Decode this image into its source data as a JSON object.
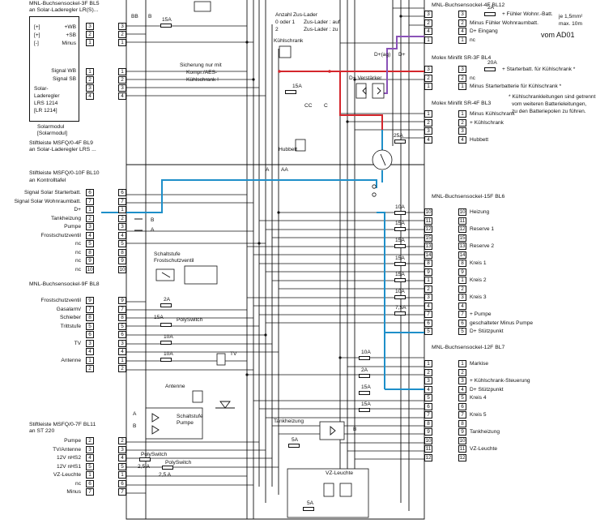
{
  "colors": {
    "ink": "#111111",
    "blue": "#1e8fc9",
    "red": "#d4262c",
    "purple": "#8a52b8",
    "background": "#ffffff"
  },
  "left": {
    "solar": {
      "header_1": "MNL-Buchsensockel-3F BL5",
      "header_2": "an Solar-Laderegler LR(S)...",
      "pins": [
        {
          "l": "[+]",
          "l2": "+WB",
          "n": "3",
          "m": "3"
        },
        {
          "l": "[+]",
          "l2": "+SB",
          "n": "2",
          "m": "2"
        },
        {
          "l": "[-]",
          "l2": "Minus",
          "n": "1",
          "m": "1"
        }
      ],
      "signal_labels": [
        "Signal WB",
        "Signal SB",
        "",
        ""
      ],
      "signal_pins": [
        "1",
        "2",
        "3",
        "4"
      ],
      "device_lines": [
        "Solar-",
        "Laderegler",
        "LRS 1214",
        "[LR 1214]"
      ],
      "module_lines": [
        "Solarmodul",
        "[Solarmodul]"
      ],
      "footer_1": "Stiftleiste MSFQ/0-4F BL9",
      "footer_2": "an Solar-Laderegler LRS ..."
    },
    "control": {
      "header_1": "Stiftleiste MSFQ/0-10F BL10",
      "header_2": "an Kontrolltafel",
      "rows": [
        {
          "l": "Signal Solar Starterbatt.",
          "n": "6"
        },
        {
          "l": "Signal Solar Wohnraumbatt.",
          "n": "7"
        },
        {
          "l": "D+",
          "n": "1"
        },
        {
          "l": "Tankheizung",
          "n": "2"
        },
        {
          "l": "Pumpe",
          "n": "3"
        },
        {
          "l": "Frostschutzventil",
          "n": "4"
        },
        {
          "l": "nc",
          "n": "5"
        },
        {
          "l": "nc",
          "n": "8"
        },
        {
          "l": "nc",
          "n": "9"
        },
        {
          "l": "nc",
          "n": "10"
        }
      ],
      "arrow_b": "B",
      "arrow_a": "A"
    },
    "mnl9": {
      "header": "MNL-Buchsensockel-9F BL8",
      "rows": [
        {
          "l": "Frostschutzventil",
          "n": "9"
        },
        {
          "l": "Gasalarm/",
          "n": "7"
        },
        {
          "l": "Schieber",
          "n": "8"
        },
        {
          "l": "Trittstufe",
          "n": "5"
        },
        {
          "l": "",
          "n": "6"
        },
        {
          "l": "TV",
          "n": "3"
        },
        {
          "l": "",
          "n": "4"
        },
        {
          "l": "Antenne",
          "n": "1"
        },
        {
          "l": "",
          "n": "2"
        }
      ]
    },
    "st220": {
      "header_1": "Stiftleiste MSFQ/0-7F BL11",
      "header_2": "an ST 220",
      "rows": [
        {
          "l": "Pumpe",
          "n": "2"
        },
        {
          "l": "TV/Antenne",
          "n": "3"
        },
        {
          "l": "12V nHS2",
          "n": "4"
        },
        {
          "l": "12V nHS1",
          "n": "5"
        },
        {
          "l": "VZ-Leuchte",
          "n": "1"
        },
        {
          "l": "nc",
          "n": "6"
        },
        {
          "l": "Minus",
          "n": "7"
        }
      ]
    }
  },
  "center": {
    "top_bb": "BB",
    "top_b": "B",
    "fuse_15a": "15A",
    "anzahl": {
      "title": "Anzahl Zus-Lader",
      "line1": "0 oder 1",
      "line1b": "Zus-Lader : auf",
      "line2": "2",
      "line2b": "Zus-Lader : zu"
    },
    "kuehlschrank": "Kühlschrank",
    "sicherung_lines": [
      "Sicherung nur mit",
      "Kompr./AES-",
      "Kühlschrank !"
    ],
    "fuse_relay": "15A",
    "cc": "CC",
    "c": "C",
    "dplus_ag": "D+(ag)",
    "dplus": "D+",
    "dplus_verstaerker": "D+ Verstärker",
    "hubbett": "Hubbett",
    "relay_a": "A",
    "relay_aa": "AA",
    "schaltstufe_frost": [
      "Schaltstufe",
      "Frostschutzventil"
    ],
    "fuse_2a": "2A",
    "fuse_15a_poly": "15A",
    "polyswitch": "PolySwitch",
    "fuse_10a_1": "10A",
    "fuse_10a_2": "10A",
    "tv": "TV",
    "antenne": "Antenne",
    "schaltstufe_pumpe": [
      "Schaltstufe",
      "Pumpe"
    ],
    "label_a": "A",
    "label_b": "B",
    "tankheizung": "Tankheizung",
    "fuse_5a": "5A",
    "label_b2": "B",
    "polyswitch_2": "PolySwitch",
    "polyswitch_3": "PolySwitch",
    "fuse_25a_1": "2,5 A",
    "fuse_25a_2": "2,5 A",
    "vz_leuchte": "VZ-Leuchte",
    "fuse_5a_2": "5A",
    "fuse_25a": "25A",
    "right_fuses": [
      "10A",
      "15A",
      "15A",
      "15A",
      "15A",
      "10A",
      "7,5A"
    ],
    "lower_fuses": [
      "10A",
      "2A",
      "15A",
      "15A"
    ]
  },
  "right": {
    "bl12": {
      "header": "MNL-Buchsensockel-4F BL12",
      "rows": [
        {
          "n": "3",
          "m": "3",
          "fuse": "2A",
          "l": "+ Fühler Wohnr.-Batt."
        },
        {
          "n": "2",
          "m": "2",
          "l": "Minus Fühler Wohnraumbatt."
        },
        {
          "n": "4",
          "m": "4",
          "l": "D+ Eingang"
        },
        {
          "n": "1",
          "m": "1",
          "l": "nc"
        }
      ],
      "note_1": "je 1,5mm²",
      "note_2": "max. 10m",
      "vom": "vom AD01"
    },
    "bl4": {
      "header": "Molex Minifit SR-3F BL4",
      "rows": [
        {
          "n": "3",
          "m": "3",
          "fuse": "20A",
          "l": "+ Starterbatt. für Kühlschrank *"
        },
        {
          "n": "2",
          "m": "2",
          "l": "nc"
        },
        {
          "n": "1",
          "m": "1",
          "l": "Minus Starterbatterie für Kühlschrank *"
        }
      ],
      "footnote": [
        "* Kühlschrankleitungen sind getrennt",
        "vom weiteren Batterieleitungen,",
        "zu den Batteriepolen zu führen."
      ]
    },
    "bl3": {
      "header": "Molex Minifit SR-4F BL3",
      "rows": [
        {
          "n": "1",
          "m": "1",
          "l": "Minus Kühlschrank"
        },
        {
          "n": "2",
          "m": "2",
          "l": "+ Kühlschrank"
        },
        {
          "n": "3",
          "m": "3",
          "l": ""
        },
        {
          "n": "4",
          "m": "4",
          "l": "Hubbett"
        }
      ]
    },
    "bl6": {
      "header": "MNL-Buchsensockel-15F BL6",
      "rows": [
        {
          "n": "10",
          "m": "10",
          "l": "Heizung"
        },
        {
          "n": "11",
          "m": "11",
          "l": ""
        },
        {
          "n": "12",
          "m": "12",
          "l": "Reserve 1"
        },
        {
          "n": "15",
          "m": "15",
          "l": ""
        },
        {
          "n": "13",
          "m": "13",
          "l": "Reserve 2"
        },
        {
          "n": "14",
          "m": "14",
          "l": ""
        },
        {
          "n": "8",
          "m": "8",
          "l": "Kreis 1"
        },
        {
          "n": "9",
          "m": "9",
          "l": ""
        },
        {
          "n": "1",
          "m": "1",
          "l": "Kreis 2"
        },
        {
          "n": "2",
          "m": "2",
          "l": ""
        },
        {
          "n": "3",
          "m": "3",
          "l": "Kreis 3"
        },
        {
          "n": "4",
          "m": "4",
          "l": ""
        },
        {
          "n": "7",
          "m": "7",
          "l": "+ Pumpe"
        },
        {
          "n": "6",
          "m": "6",
          "l": "geschalteter Minus Pumpe"
        },
        {
          "n": "5",
          "m": "5",
          "l": "D+ Stützpunkt"
        }
      ]
    },
    "bl7": {
      "header": "MNL-Buchsensockel-12F BL7",
      "rows": [
        {
          "n": "1",
          "m": "1",
          "l": "Markise"
        },
        {
          "n": "2",
          "m": "2",
          "l": ""
        },
        {
          "n": "3",
          "m": "3",
          "l": "+ Kühlschrank-Steuerung"
        },
        {
          "n": "4",
          "m": "4",
          "l": "D+ Stützpunkt"
        },
        {
          "n": "5",
          "m": "5",
          "l": "Kreis 4"
        },
        {
          "n": "6",
          "m": "6",
          "l": ""
        },
        {
          "n": "7",
          "m": "7",
          "l": "Kreis 5"
        },
        {
          "n": "8",
          "m": "8",
          "l": ""
        },
        {
          "n": "9",
          "m": "9",
          "l": "Tankheizung"
        },
        {
          "n": "10",
          "m": "10",
          "l": ""
        },
        {
          "n": "11",
          "m": "11",
          "l": "VZ-Leuchte"
        },
        {
          "n": "12",
          "m": "12",
          "l": ""
        }
      ]
    }
  }
}
